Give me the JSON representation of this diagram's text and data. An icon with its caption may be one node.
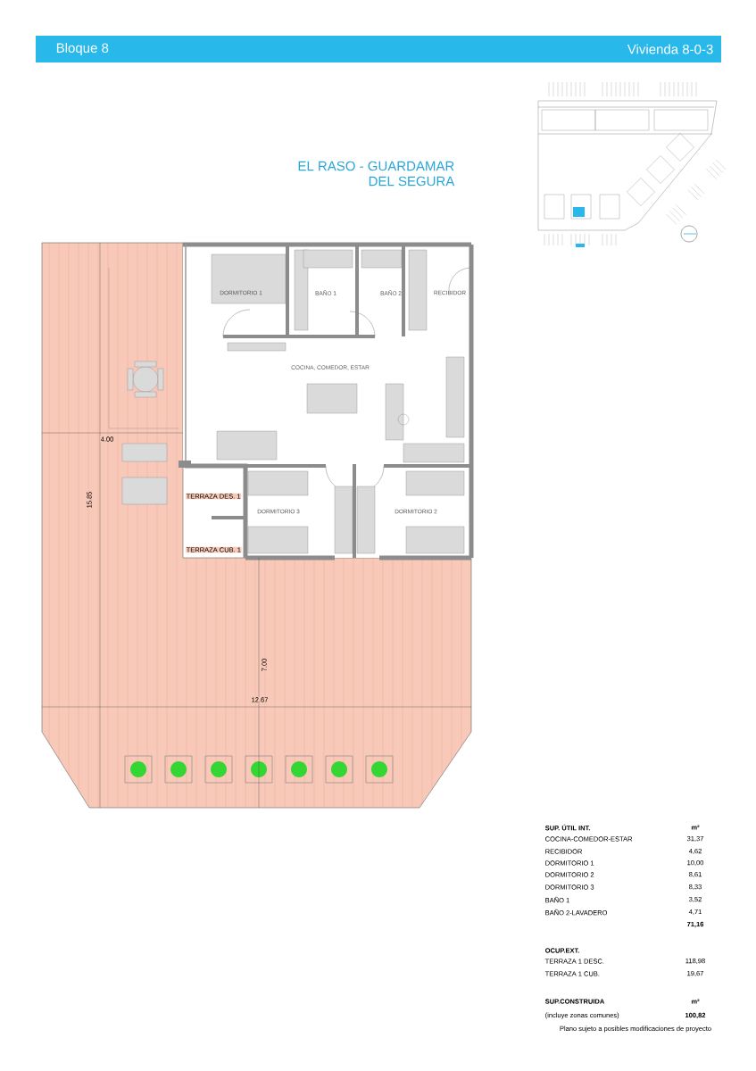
{
  "diagram": {
    "labels": [
      "Bloque 8",
      "Vivienda 8-0-3",
      "EL RASO - GUARDAMAR",
      "DEL SEGURA",
      "DORMITORIO 1",
      "BAÑO 1",
      "BAÑO 2",
      "RECIBIDOR",
      "COCINA, COMEDOR, ESTAR",
      "4.00",
      "TERRAZA DES. 1",
      "15.85",
      "DORMITORIO 3",
      "DORMITORIO 2",
      "TERRAZA CUB. 1",
      "7.00",
      "12.67",
      "SUP. ÚTIL INT.",
      "m²",
      "COCINA-COMEDOR-ESTAR",
      "31,37",
      "RECIBIDOR",
      "4,62",
      "DORMITORIO 1",
      "10,00",
      "DORMITORIO 2",
      "8,61",
      "DORMITORIO 3",
      "8,33",
      "BAÑO 1",
      "3,52",
      "BAÑO 2-LAVADERO",
      "4,71",
      "71,16",
      "OCUP.EXT.",
      "TERRAZA 1 DESC.",
      "118,98",
      "TERRAZA 1 CUB.",
      "19,67",
      "SUP.CONSTRUIDA",
      "m²",
      "(incluye zonas comunes)",
      "100,82",
      "Plano sujeto a posibles modificaciones de proyecto"
    ]
  }
}
